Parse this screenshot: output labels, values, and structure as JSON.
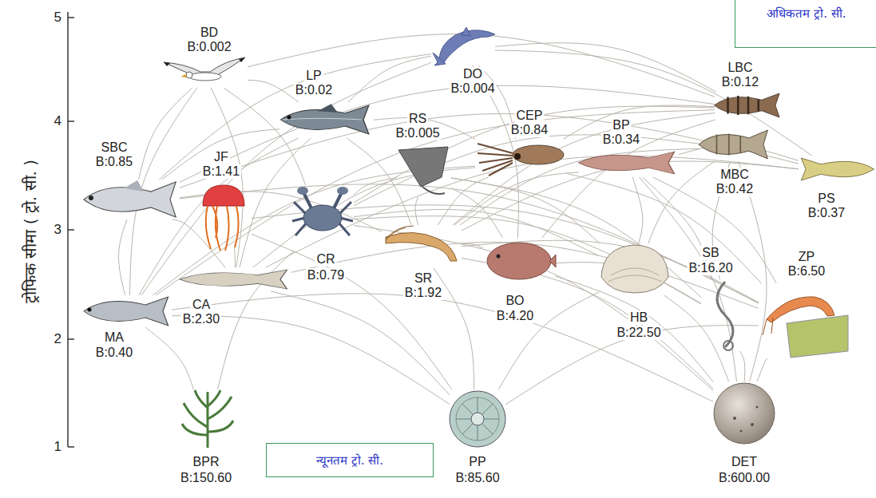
{
  "diagram": {
    "nodes": [
      {
        "text": [
          "BD",
          "B:0.002"
        ]
      },
      {
        "text": [
          "DO",
          "B:0.004"
        ]
      },
      {
        "text": [
          "अधिकतम ट्रो. सी."
        ]
      },
      {
        "text": [
          "LP",
          "B:0.02"
        ]
      },
      {
        "text": [
          "LBC",
          "B:0.12"
        ]
      },
      {
        "text": [
          "RS",
          "B:0.005"
        ]
      },
      {
        "text": [
          "CEP",
          "B:0.84"
        ]
      },
      {
        "text": [
          "BP",
          "B:0.34"
        ]
      },
      {
        "text": [
          "SBC",
          "B:0.85"
        ]
      },
      {
        "text": [
          "JF",
          "B:1.41"
        ]
      },
      {
        "text": [
          "MBC",
          "B:0.42"
        ]
      },
      {
        "text": [
          "PS",
          "B:0.37"
        ]
      },
      {
        "text": [
          "CR",
          "B:0.79"
        ]
      },
      {
        "text": [
          "SR",
          "B:1.92"
        ]
      },
      {
        "text": [
          "SB",
          "B:16.20"
        ]
      },
      {
        "text": [
          "ZP",
          "B:6.50"
        ]
      },
      {
        "text": [
          "BO",
          "B:4.20"
        ]
      },
      {
        "text": [
          "HB",
          "B:22.50"
        ]
      },
      {
        "text": [
          "CA",
          "B:2.30"
        ]
      },
      {
        "text": [
          "MA",
          "B:0.40"
        ]
      },
      {
        "text": [
          "BPR",
          "B:150.60"
        ]
      },
      {
        "text": [
          "न्यूनतम ट्रो. सी."
        ]
      },
      {
        "text": [
          "PP",
          "B:85.60"
        ]
      },
      {
        "text": [
          "DET",
          "B:600.00"
        ]
      }
    ],
    "edges": [
      {
        "from": 0,
        "to": 3,
        "arrow": "none"
      },
      {
        "from": 0,
        "to": 8,
        "arrow": "none"
      },
      {
        "from": 0,
        "to": 18,
        "arrow": "none"
      },
      {
        "from": 0,
        "to": 19,
        "arrow": "none"
      },
      {
        "from": 0,
        "to": 12,
        "arrow": "none"
      },
      {
        "from": 0,
        "to": 4,
        "arrow": "none"
      },
      {
        "from": 1,
        "to": 3,
        "arrow": "none"
      },
      {
        "from": 1,
        "to": 6,
        "arrow": "none"
      },
      {
        "from": 1,
        "to": 8,
        "arrow": "none"
      },
      {
        "from": 1,
        "to": 16,
        "arrow": "none"
      },
      {
        "from": 1,
        "to": 4,
        "arrow": "none"
      },
      {
        "from": 1,
        "to": 11,
        "arrow": "none"
      },
      {
        "from": 1,
        "to": 19,
        "arrow": "none"
      },
      {
        "from": 3,
        "to": 8,
        "arrow": "none"
      },
      {
        "from": 3,
        "to": 6,
        "arrow": "none"
      },
      {
        "from": 3,
        "to": 18,
        "arrow": "none"
      },
      {
        "from": 3,
        "to": 19,
        "arrow": "none"
      },
      {
        "from": 3,
        "to": 13,
        "arrow": "none"
      },
      {
        "from": 4,
        "to": 6,
        "arrow": "none"
      },
      {
        "from": 4,
        "to": 8,
        "arrow": "none"
      },
      {
        "from": 4,
        "to": 12,
        "arrow": "none"
      },
      {
        "from": 4,
        "to": 13,
        "arrow": "none"
      },
      {
        "from": 4,
        "to": 16,
        "arrow": "none"
      },
      {
        "from": 4,
        "to": 19,
        "arrow": "none"
      },
      {
        "from": 5,
        "to": 13,
        "arrow": "none"
      },
      {
        "from": 5,
        "to": 12,
        "arrow": "none"
      },
      {
        "from": 5,
        "to": 16,
        "arrow": "none"
      },
      {
        "from": 5,
        "to": 17,
        "arrow": "none"
      },
      {
        "from": 5,
        "to": 14,
        "arrow": "none"
      },
      {
        "from": 6,
        "to": 13,
        "arrow": "none"
      },
      {
        "from": 6,
        "to": 18,
        "arrow": "none"
      },
      {
        "from": 6,
        "to": 19,
        "arrow": "none"
      },
      {
        "from": 6,
        "to": 15,
        "arrow": "none"
      },
      {
        "from": 7,
        "to": 13,
        "arrow": "none"
      },
      {
        "from": 7,
        "to": 14,
        "arrow": "none"
      },
      {
        "from": 7,
        "to": 15,
        "arrow": "none"
      },
      {
        "from": 7,
        "to": 17,
        "arrow": "none"
      },
      {
        "from": 7,
        "to": 23,
        "arrow": "none"
      },
      {
        "from": 8,
        "to": 19,
        "arrow": "none"
      },
      {
        "from": 8,
        "to": 18,
        "arrow": "none"
      },
      {
        "from": 8,
        "to": 13,
        "arrow": "none"
      },
      {
        "from": 8,
        "to": 15,
        "arrow": "none"
      },
      {
        "from": 9,
        "to": 15,
        "arrow": "none"
      },
      {
        "from": 9,
        "to": 18,
        "arrow": "none"
      },
      {
        "from": 9,
        "to": 22,
        "arrow": "none"
      },
      {
        "from": 10,
        "to": 13,
        "arrow": "none"
      },
      {
        "from": 10,
        "to": 14,
        "arrow": "none"
      },
      {
        "from": 10,
        "to": 17,
        "arrow": "none"
      },
      {
        "from": 10,
        "to": 12,
        "arrow": "none"
      },
      {
        "from": 10,
        "to": 23,
        "arrow": "none"
      },
      {
        "from": 11,
        "to": 8,
        "arrow": "none"
      },
      {
        "from": 11,
        "to": 18,
        "arrow": "none"
      },
      {
        "from": 11,
        "to": 13,
        "arrow": "none"
      },
      {
        "from": 11,
        "to": 7,
        "arrow": "none"
      },
      {
        "from": 12,
        "to": 17,
        "arrow": "none"
      },
      {
        "from": 12,
        "to": 14,
        "arrow": "none"
      },
      {
        "from": 12,
        "to": 23,
        "arrow": "none"
      },
      {
        "from": 12,
        "to": 20,
        "arrow": "none"
      },
      {
        "from": 13,
        "to": 23,
        "arrow": "none"
      },
      {
        "from": 13,
        "to": 22,
        "arrow": "none"
      },
      {
        "from": 13,
        "to": 15,
        "arrow": "none"
      },
      {
        "from": 14,
        "to": 23,
        "arrow": "none"
      },
      {
        "from": 15,
        "to": 22,
        "arrow": "none"
      },
      {
        "from": 15,
        "to": 23,
        "arrow": "none"
      },
      {
        "from": 16,
        "to": 14,
        "arrow": "none"
      },
      {
        "from": 16,
        "to": 23,
        "arrow": "none"
      },
      {
        "from": 16,
        "to": 13,
        "arrow": "none"
      },
      {
        "from": 17,
        "to": 22,
        "arrow": "none"
      },
      {
        "from": 17,
        "to": 23,
        "arrow": "none"
      },
      {
        "from": 18,
        "to": 15,
        "arrow": "none"
      },
      {
        "from": 18,
        "to": 22,
        "arrow": "none"
      },
      {
        "from": 19,
        "to": 22,
        "arrow": "none"
      },
      {
        "from": 19,
        "to": 20,
        "arrow": "none"
      },
      {
        "from": 19,
        "to": 23,
        "arrow": "none"
      }
    ],
    "labels": [
      "5",
      "4",
      "3",
      "2",
      "1",
      "ट्रोफिक सीमा ( ट्रो. सी. )"
    ]
  }
}
